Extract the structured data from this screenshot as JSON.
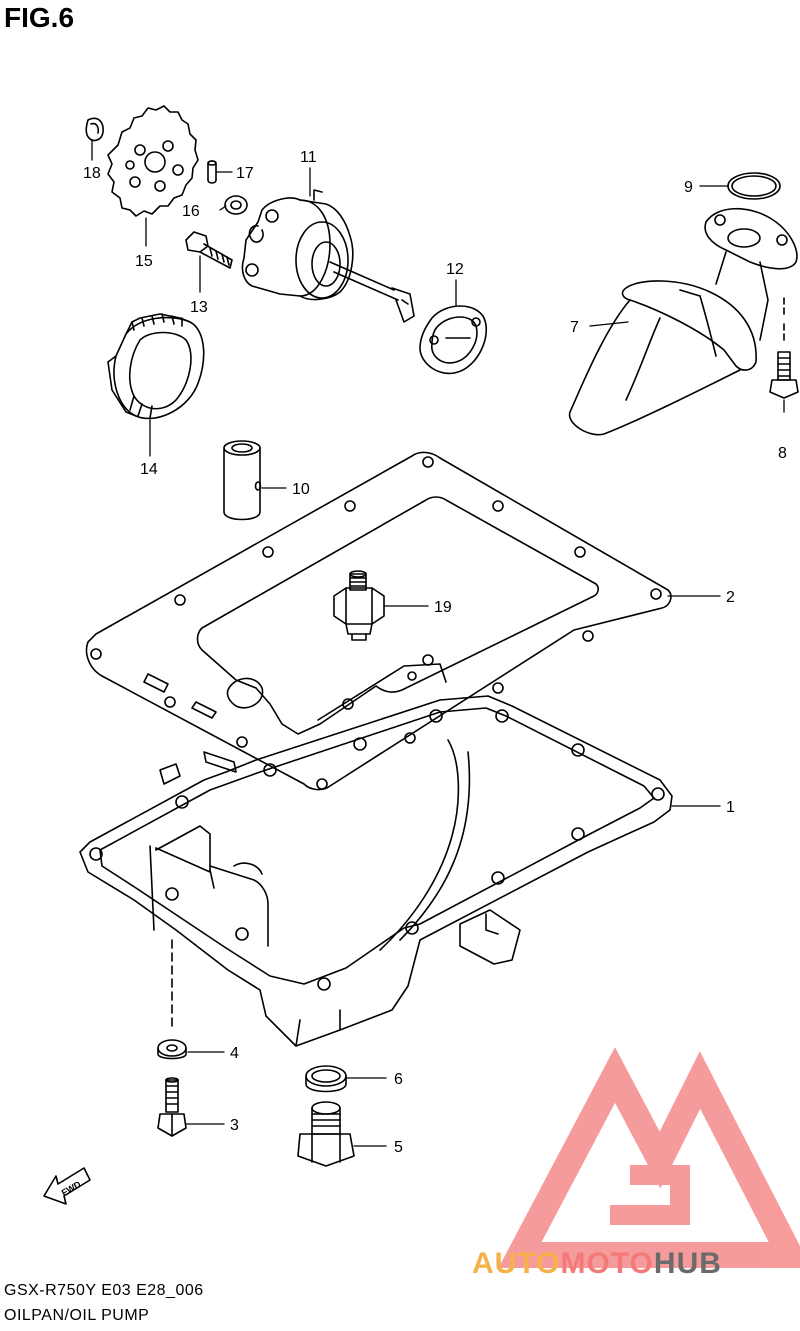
{
  "figure": {
    "title": "FIG.6"
  },
  "callouts": [
    {
      "id": "1",
      "label": "1"
    },
    {
      "id": "2",
      "label": "2"
    },
    {
      "id": "3",
      "label": "3"
    },
    {
      "id": "4",
      "label": "4"
    },
    {
      "id": "5",
      "label": "5"
    },
    {
      "id": "6",
      "label": "6"
    },
    {
      "id": "7",
      "label": "7"
    },
    {
      "id": "8",
      "label": "8"
    },
    {
      "id": "9",
      "label": "9"
    },
    {
      "id": "10",
      "label": "10"
    },
    {
      "id": "11",
      "label": "11"
    },
    {
      "id": "12",
      "label": "12"
    },
    {
      "id": "13",
      "label": "13"
    },
    {
      "id": "14",
      "label": "14"
    },
    {
      "id": "15",
      "label": "15"
    },
    {
      "id": "16",
      "label": "16"
    },
    {
      "id": "17",
      "label": "17"
    },
    {
      "id": "18",
      "label": "18"
    },
    {
      "id": "19",
      "label": "19"
    }
  ],
  "direction_marker": {
    "label": "FWD"
  },
  "footer": {
    "model_code": "GSX-R750Y E03 E28_006",
    "section_name": "OILPAN/OIL PUMP"
  },
  "watermark": {
    "part1": "AUTO",
    "part2": "MOTO",
    "part3": "HUB",
    "colors": {
      "auto": "#f6b24a",
      "moto": "#f47a7a",
      "hub": "#6b6b6b",
      "logo": "#f47a7a"
    }
  }
}
